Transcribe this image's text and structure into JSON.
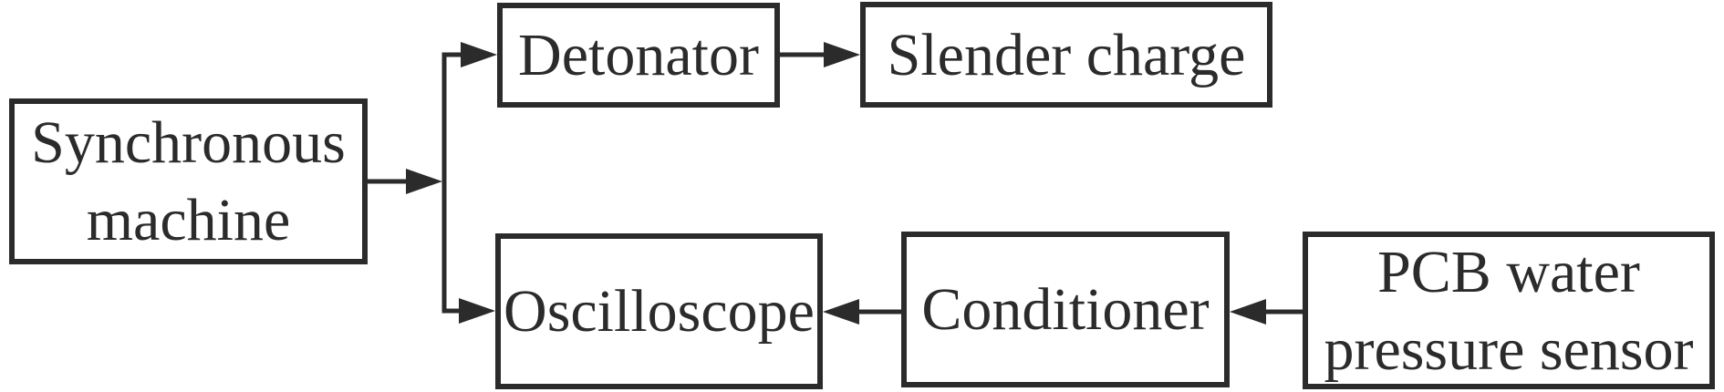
{
  "diagram": {
    "type": "block-flow-diagram",
    "nodes": [
      {
        "id": "synchronous-machine",
        "lines": [
          "Synchronous",
          "machine"
        ]
      },
      {
        "id": "detonator",
        "lines": [
          "Detonator"
        ]
      },
      {
        "id": "slender-charge",
        "lines": [
          "Slender charge"
        ]
      },
      {
        "id": "oscilloscope",
        "lines": [
          "Oscilloscope"
        ]
      },
      {
        "id": "conditioner",
        "lines": [
          "Conditioner"
        ]
      },
      {
        "id": "pcb-water-pressure-sensor",
        "lines": [
          "PCB water",
          "pressure sensor"
        ]
      }
    ],
    "edges": [
      {
        "from": "synchronous-machine",
        "to": "detonator"
      },
      {
        "from": "synchronous-machine",
        "to": "oscilloscope"
      },
      {
        "from": "detonator",
        "to": "slender-charge"
      },
      {
        "from": "pcb-water-pressure-sensor",
        "to": "conditioner"
      },
      {
        "from": "conditioner",
        "to": "oscilloscope"
      }
    ],
    "colors": {
      "ink": "#2b2b2b",
      "background": "#ffffff"
    }
  }
}
